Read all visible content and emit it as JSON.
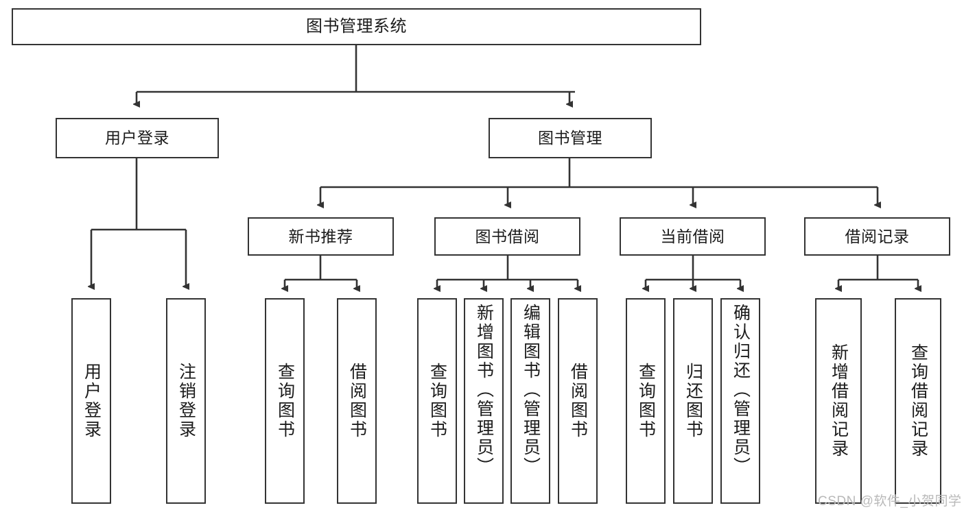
{
  "diagram": {
    "title": "图书管理系统",
    "type": "tree-hierarchy",
    "root": {
      "label": "图书管理系统"
    },
    "level2": [
      {
        "label": "用户登录"
      },
      {
        "label": "图书管理"
      }
    ],
    "level3": [
      {
        "label": "新书推荐"
      },
      {
        "label": "图书借阅"
      },
      {
        "label": "当前借阅"
      },
      {
        "label": "借阅记录"
      }
    ],
    "leaves": {
      "user_login": [
        {
          "label": "用户登录"
        },
        {
          "label": "注销登录"
        }
      ],
      "new_book": [
        {
          "label": "查询图书"
        },
        {
          "label": "借阅图书"
        }
      ],
      "book_borrow": [
        {
          "label": "查询图书"
        },
        {
          "label": "新增图书（管理员）"
        },
        {
          "label": "编辑图书（管理员）"
        },
        {
          "label": "借阅图书"
        }
      ],
      "current_borrow": [
        {
          "label": "查询图书"
        },
        {
          "label": "归还图书"
        },
        {
          "label": "确认归还（管理员）"
        }
      ],
      "borrow_record": [
        {
          "label": "新增借阅记录"
        },
        {
          "label": "查询借阅记录"
        }
      ]
    }
  },
  "watermark": {
    "text": "CSDN @软件_小贺同学"
  },
  "colors": {
    "stroke": "#333333",
    "fill": "#ffffff",
    "text": "#1b1b1b",
    "watermark": "#b9b9b9"
  }
}
